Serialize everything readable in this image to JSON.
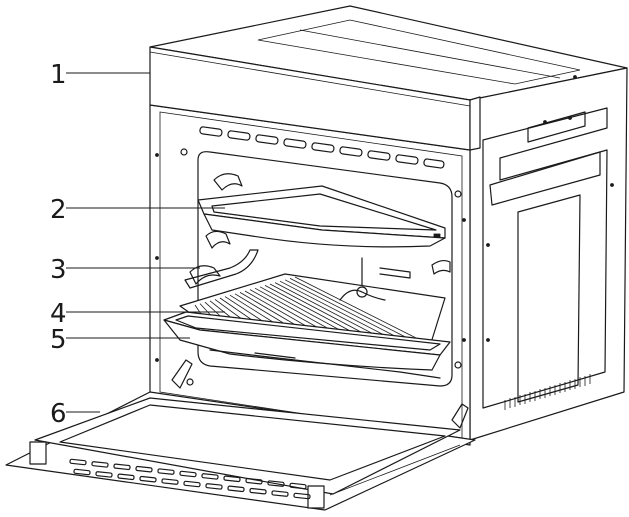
{
  "diagram": {
    "callouts": [
      {
        "number": "1",
        "target": "control-panel"
      },
      {
        "number": "2",
        "target": "deep-tray"
      },
      {
        "number": "3",
        "target": "side-rack"
      },
      {
        "number": "4",
        "target": "wire-grid"
      },
      {
        "number": "5",
        "target": "shallow-tray"
      },
      {
        "number": "6",
        "target": "oven-door"
      }
    ]
  }
}
